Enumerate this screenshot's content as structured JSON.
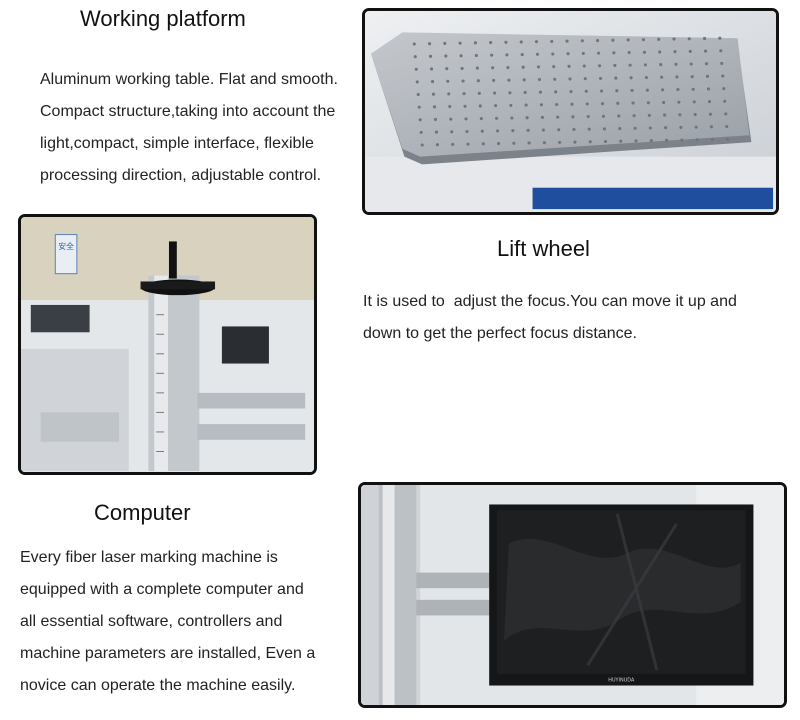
{
  "sections": [
    {
      "title": "Working platform",
      "lines": [
        "Aluminum working table. Flat and smooth.",
        "Compact structure,taking into account the",
        "light,compact, simple interface, flexible",
        "processing direction, adjustable control."
      ]
    },
    {
      "title": "Lift wheel",
      "lines": [
        "It is used to  adjust the focus.You can move it up and",
        "down to get the perfect focus distance."
      ]
    },
    {
      "title": "Computer",
      "lines": [
        "Every fiber laser marking machine is",
        "equipped with a complete computer and",
        "all essential software, controllers and",
        "machine parameters are installed, Even a",
        "novice can operate the machine easily."
      ]
    }
  ],
  "photos": {
    "lift_poster": "安全",
    "monitor_brand": "HUYINUDA"
  }
}
